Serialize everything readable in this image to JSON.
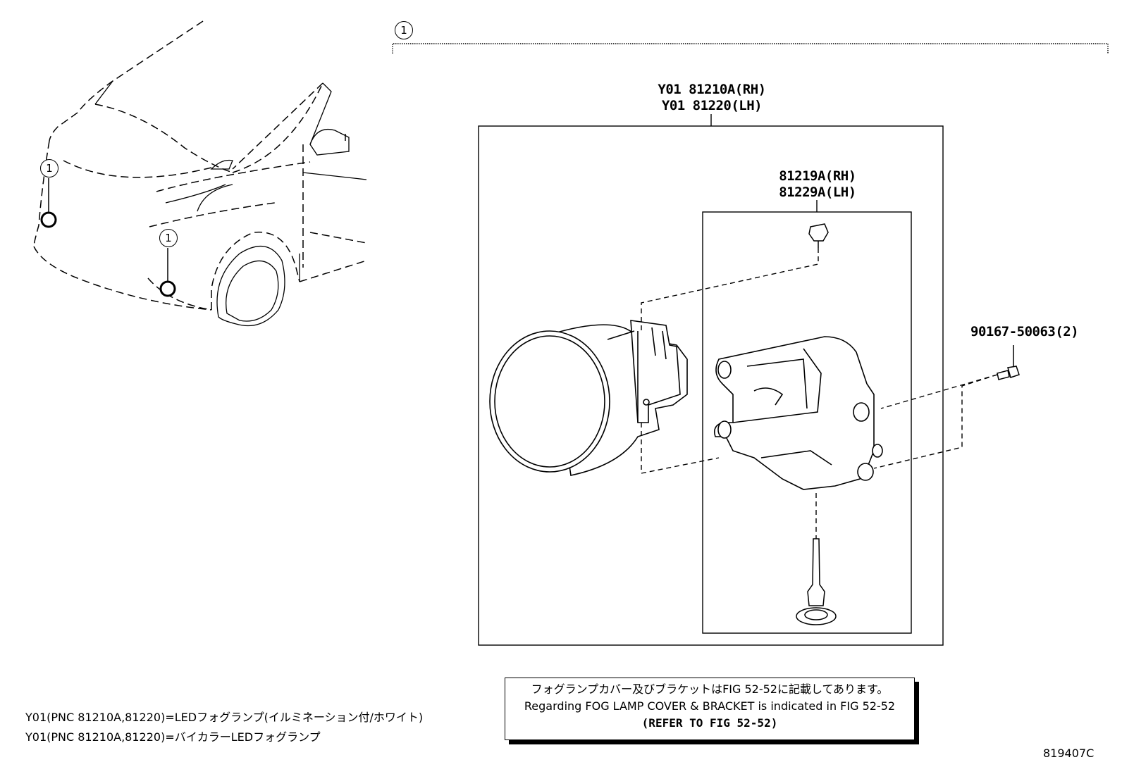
{
  "callout_marker": "1",
  "main_assembly": {
    "line_rh": "Y01 81210A(RH)",
    "line_lh": "Y01 81220(LH)"
  },
  "bracket": {
    "line_rh": "81219A(RH)",
    "line_lh": "81229A(LH)"
  },
  "screw": {
    "label": "90167-50063(2)"
  },
  "note": {
    "line_jp": "フォグランプカバー及びブラケットはFIG 52-52に記載してあります。",
    "line_en": "Regarding FOG LAMP COVER & BRACKET is indicated in FIG 52-52",
    "line_ref": "(REFER TO FIG 52-52)"
  },
  "footnotes": [
    "Y01(PNC 81210A,81220)=LEDフォグランプ(イルミネーション付/ホワイト)",
    "Y01(PNC 81210A,81220)=バイカラーLEDフォグランプ"
  ],
  "figure_number": "819407C"
}
